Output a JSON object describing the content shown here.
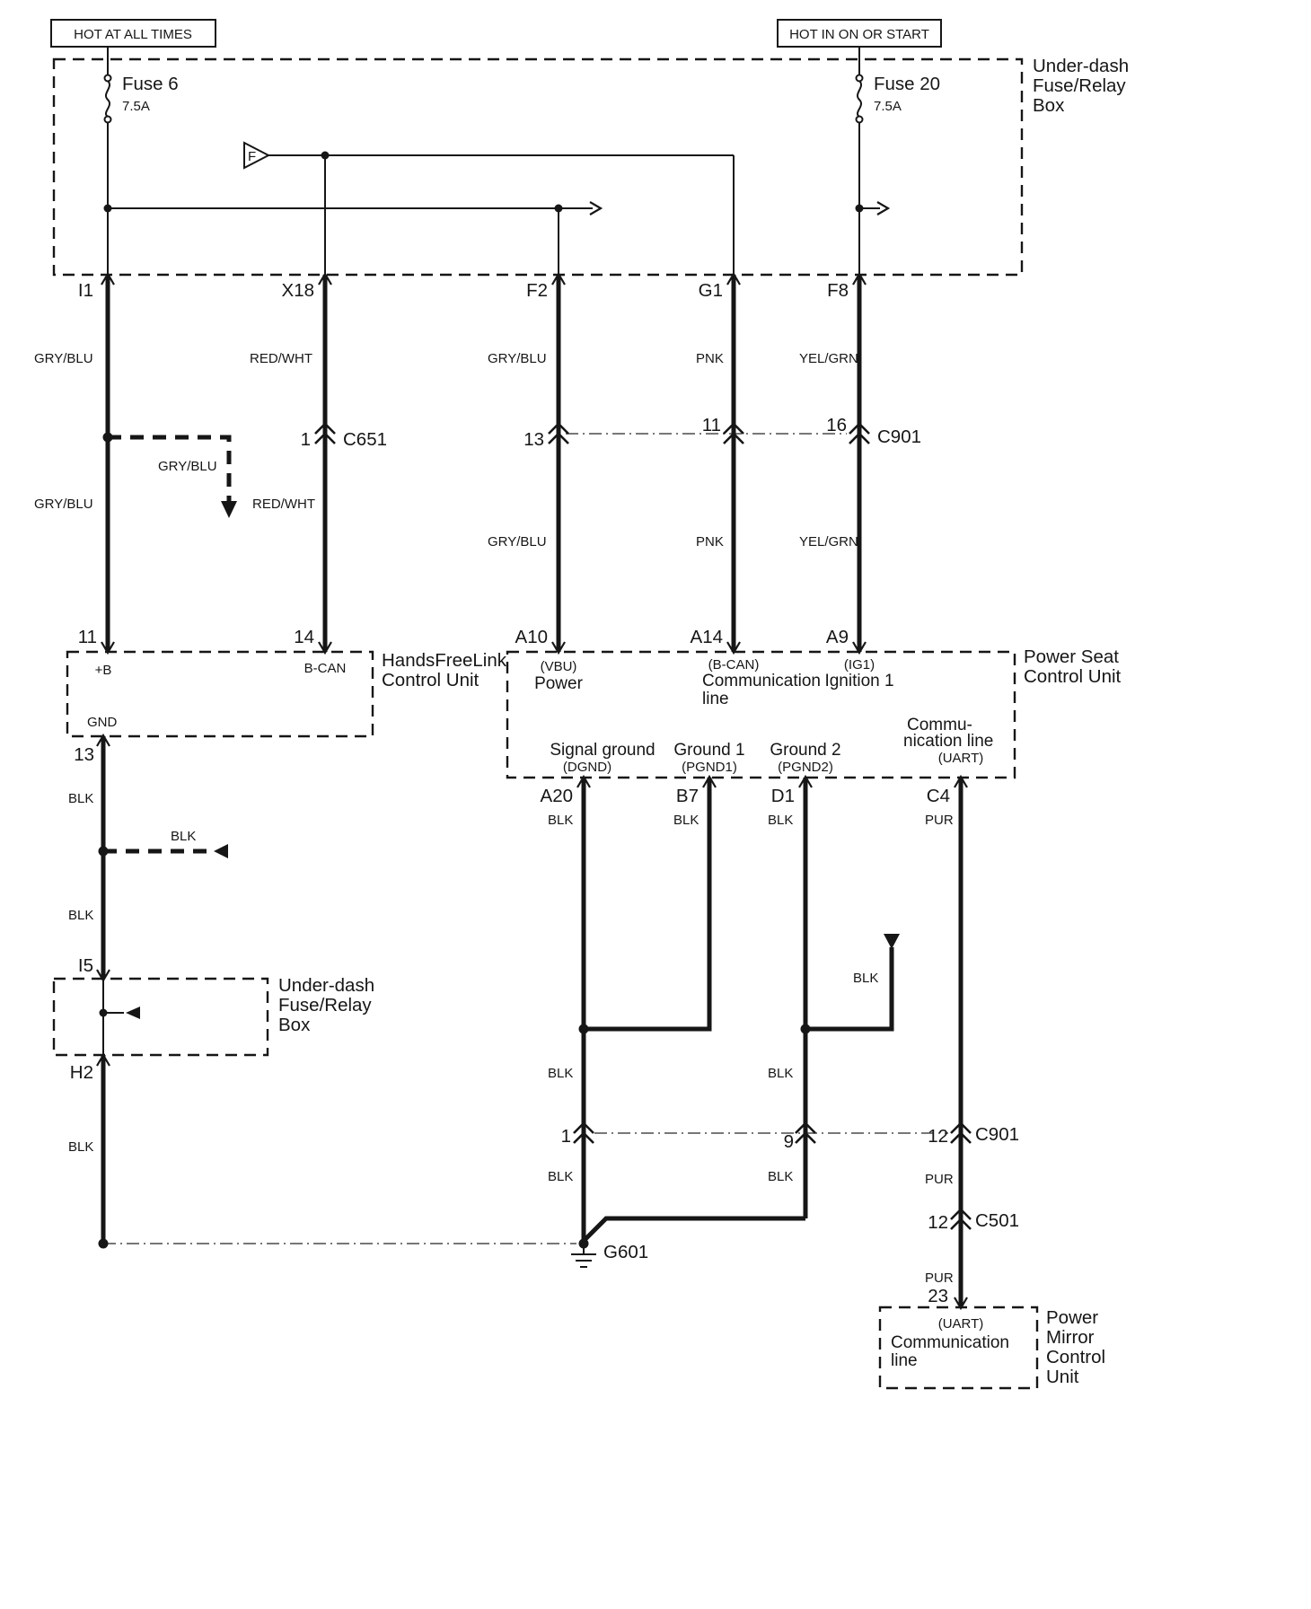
{
  "banners": {
    "left": "HOT AT ALL TIMES",
    "right": "HOT IN ON OR START"
  },
  "fuse_box_top": {
    "name": [
      "Under-dash",
      "Fuse/Relay",
      "Box"
    ],
    "fuse6": {
      "name": "Fuse 6",
      "rating": "7.5A"
    },
    "fuse20": {
      "name": "Fuse 20",
      "rating": "7.5A"
    },
    "f_symbol": "F",
    "pins": {
      "i1": "I1",
      "x18": "X18",
      "f2": "F2",
      "g1": "G1",
      "f8": "F8"
    }
  },
  "wire_labels": {
    "i1_upper": "GRY/BLU",
    "i1_branch": "GRY/BLU",
    "i1_lower": "GRY/BLU",
    "x18_upper": "RED/WHT",
    "x18_lower": "RED/WHT",
    "f2_upper": "GRY/BLU",
    "f2_lower": "GRY/BLU",
    "g1_upper": "PNK",
    "g1_lower": "PNK",
    "f8_upper": "YEL/GRN",
    "f8_lower": "YEL/GRN",
    "a20_1": "BLK",
    "a20_2": "BLK",
    "a20_3": "BLK",
    "b7_1": "BLK",
    "d1_1": "BLK",
    "d1_2": "BLK",
    "d1_3": "BLK",
    "d1_branch": "BLK",
    "c4_1": "PUR",
    "c4_2": "PUR",
    "c4_3": "PUR",
    "p13_1": "BLK",
    "p13_branch": "BLK",
    "p13_2": "BLK",
    "h2_1": "BLK"
  },
  "connectors": {
    "c651": {
      "pin": "1",
      "name": "C651"
    },
    "c901_upper": {
      "f2_pin": "13",
      "g1_pin": "11",
      "f8_pin": "16",
      "name": "C901"
    },
    "c901_lower": {
      "a20_pin": "1",
      "d1_pin": "9",
      "c4_pin": "12",
      "name": "C901"
    },
    "c501": {
      "pin": "12",
      "name": "C501"
    }
  },
  "handsfreelink": {
    "name": [
      "HandsFreeLink",
      "Control Unit"
    ],
    "pin_11": "11",
    "pin_14": "14",
    "pin_13": "13",
    "labels": {
      "plus_b": "+B",
      "b_can": "B-CAN",
      "gnd": "GND"
    }
  },
  "power_seat": {
    "name": [
      "Power Seat",
      "Control Unit"
    ],
    "pin_a10": "A10",
    "pin_a14": "A14",
    "pin_a9": "A9",
    "pin_a20": "A20",
    "pin_b7": "B7",
    "pin_d1": "D1",
    "pin_c4": "C4",
    "labels": {
      "vbu": "(VBU)",
      "power": "Power",
      "b_can": "(B-CAN)",
      "comm_1": "Communication",
      "comm_2": "line",
      "ig1": "(IG1)",
      "ignition": "Ignition 1",
      "sig_ground": "Signal ground",
      "dgnd": "(DGND)",
      "ground1": "Ground 1",
      "pgnd1": "(PGND1)",
      "ground2": "Ground 2",
      "pgnd2": "(PGND2)",
      "comm_3": "Commu-",
      "comm_4": "nication line",
      "uart": "(UART)"
    }
  },
  "fuse_box_lower": {
    "name": [
      "Under-dash",
      "Fuse/Relay",
      "Box"
    ],
    "pin_i5": "I5",
    "pin_h2": "H2"
  },
  "power_mirror": {
    "name": [
      "Power",
      "Mirror",
      "Control",
      "Unit"
    ],
    "pin_23": "23",
    "labels": {
      "uart": "(UART)",
      "comm_1": "Communication",
      "comm_2": "line"
    }
  },
  "ground": {
    "name": "G601"
  }
}
